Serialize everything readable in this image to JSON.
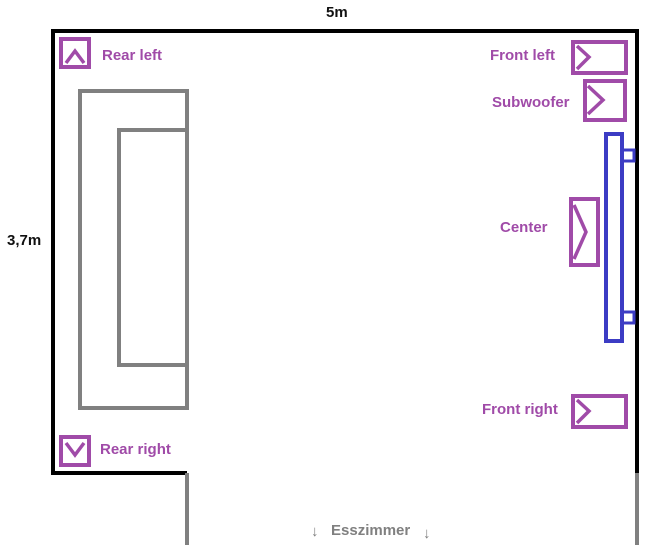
{
  "dimensions": {
    "width_label": "5m",
    "depth_label": "3,7m"
  },
  "speakers": {
    "rear_left": "Rear left",
    "rear_right": "Rear right",
    "front_left": "Front left",
    "subwoofer": "Subwoofer",
    "center": "Center",
    "front_right": "Front right"
  },
  "exit": {
    "label": "Esszimmer",
    "arrow": "↓"
  },
  "colors": {
    "wall": "#000000",
    "speaker": "#a04ba8",
    "sofa": "#808080",
    "tv": "#3c3cc4",
    "opening": "#808080"
  }
}
